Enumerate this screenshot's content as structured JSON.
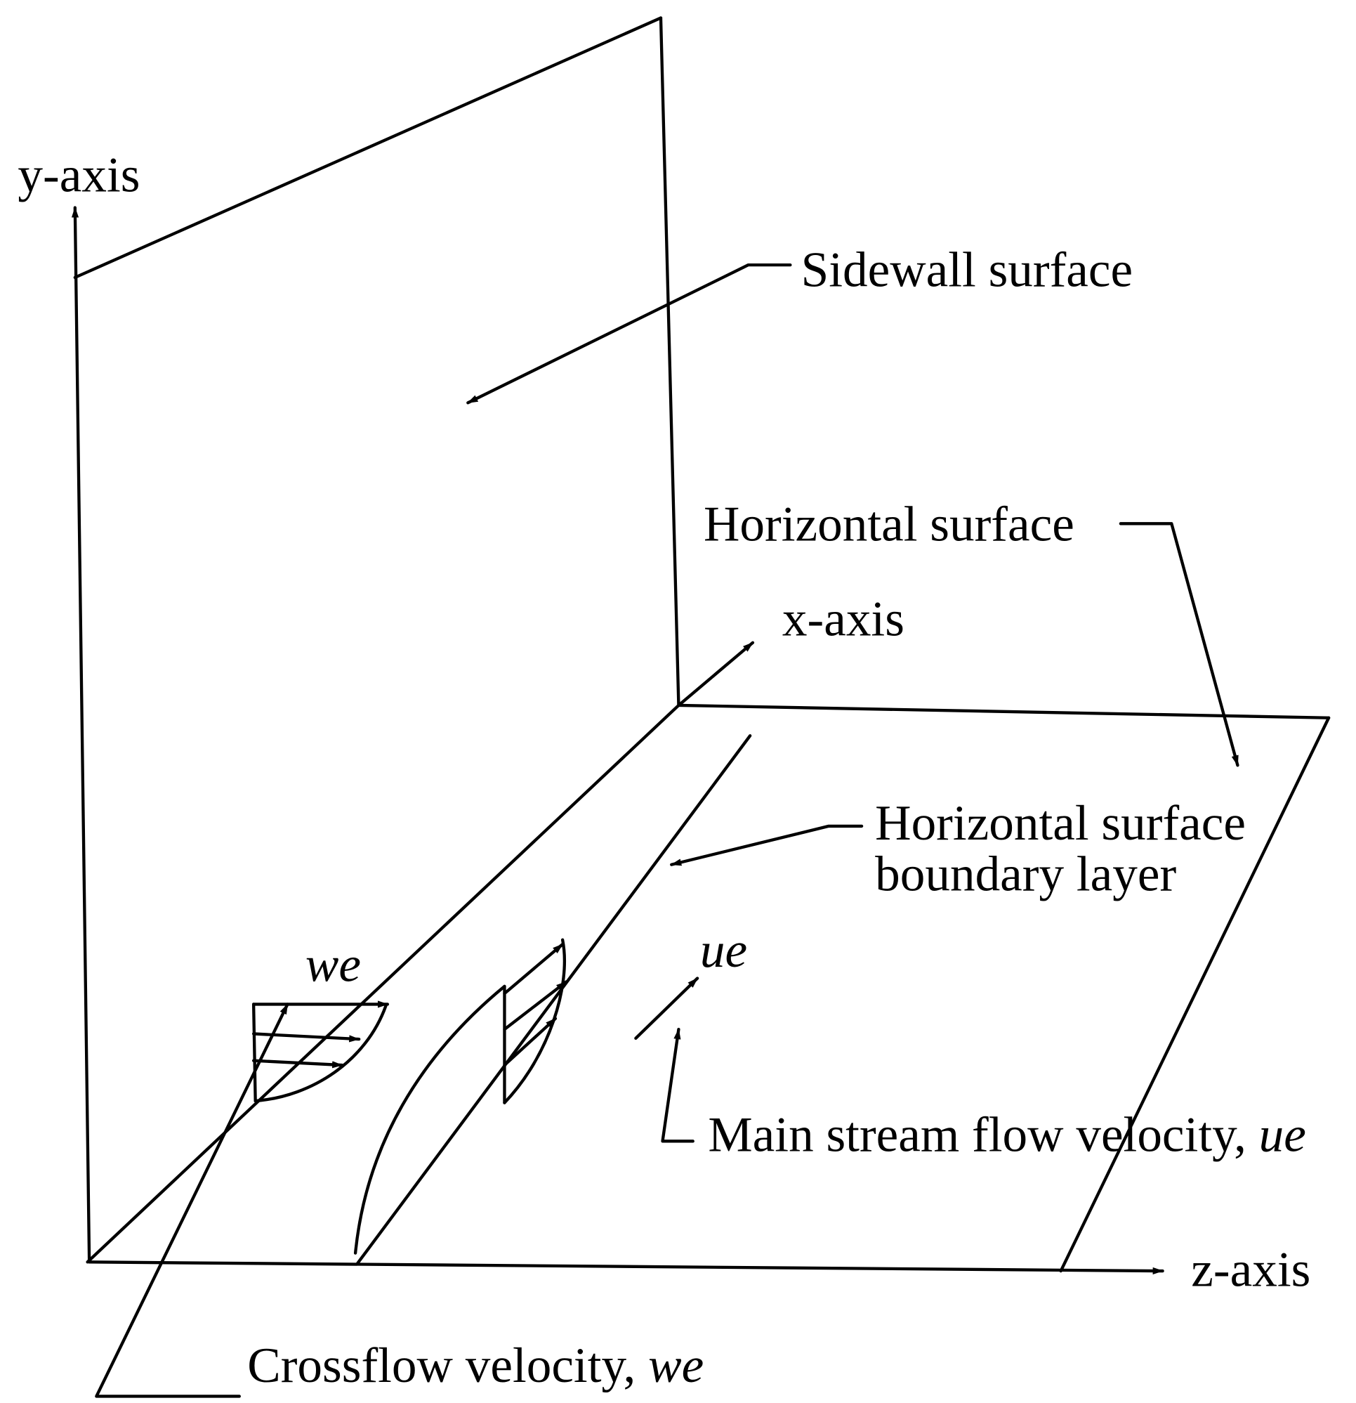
{
  "labels": {
    "y_axis": "y-axis",
    "x_axis": "x-axis",
    "z_axis": "z-axis",
    "sidewall_surface": "Sidewall surface",
    "horizontal_surface": "Horizontal surface",
    "horizontal_boundary_layer_line1": "Horizontal surface",
    "horizontal_boundary_layer_line2": "boundary layer",
    "ue_symbol": "ue",
    "we_symbol": "we",
    "main_stream_text": "Main stream flow velocity, ",
    "main_stream_symbol": "ue",
    "crossflow_text": "Crossflow velocity, ",
    "crossflow_symbol": "we"
  },
  "colors": {
    "line": "#000000",
    "background": "#ffffff"
  }
}
